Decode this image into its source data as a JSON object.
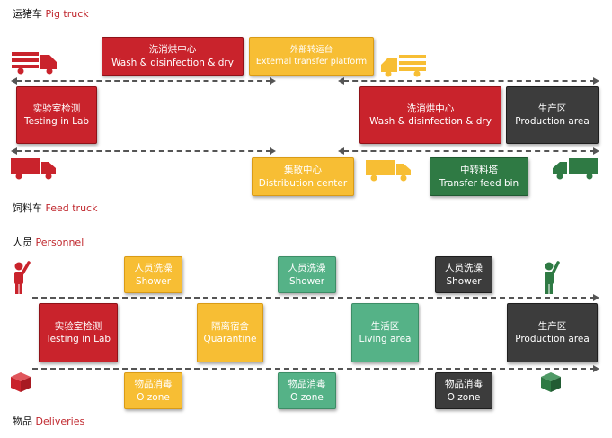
{
  "sections": {
    "pig_truck": {
      "zh": "运猪车",
      "en": "Pig truck"
    },
    "feed_truck": {
      "zh": "饲料车",
      "en": "Feed truck"
    },
    "personnel": {
      "zh": "人员",
      "en": "Personnel"
    },
    "deliveries": {
      "zh": "物品",
      "en": "Deliveries"
    }
  },
  "pig_truck": {
    "wash_top": {
      "zh": "洗消烘中心",
      "en": "Wash & disinfection & dry"
    },
    "external": {
      "zh": "外部转运台",
      "en": "External transfer platform"
    },
    "lab": {
      "zh": "实验室检测",
      "en": "Testing in Lab"
    },
    "wash_right": {
      "zh": "洗消烘中心",
      "en": "Wash & disinfection & dry"
    },
    "production": {
      "zh": "生产区",
      "en": "Production area"
    }
  },
  "feed_truck": {
    "distribution": {
      "zh": "集散中心",
      "en": "Distribution center"
    },
    "transfer_bin": {
      "zh": "中转料塔",
      "en": "Transfer feed bin"
    }
  },
  "personnel": {
    "shower1": {
      "zh": "人员洗澡",
      "en": "Shower"
    },
    "shower2": {
      "zh": "人员洗澡",
      "en": "Shower"
    },
    "shower3": {
      "zh": "人员洗澡",
      "en": "Shower"
    }
  },
  "middle": {
    "lab": {
      "zh": "实验室检测",
      "en": "Testing in Lab"
    },
    "quarantine": {
      "zh": "隔离宿舍",
      "en": "Quarantine"
    },
    "living": {
      "zh": "生活区",
      "en": "Living area"
    },
    "production": {
      "zh": "生产区",
      "en": "Production area"
    }
  },
  "deliveries": {
    "ozone1": {
      "zh": "物品消毒",
      "en": "O zone"
    },
    "ozone2": {
      "zh": "物品消毒",
      "en": "O zone"
    },
    "ozone3": {
      "zh": "物品消毒",
      "en": "O zone"
    }
  },
  "colors": {
    "red": "#c9232c",
    "yellow": "#f7be34",
    "dark_gray": "#3c3c3c",
    "green": "#2f7a44",
    "light_green": "#55b287",
    "label_red": "#c0282e"
  },
  "icons": {
    "pig_truck_left": "red-truck-icon",
    "pig_truck_right": "yellow-truck-icon",
    "feed_truck_left": "red-truck-icon",
    "feed_truck_mid": "yellow-truck-icon",
    "feed_truck_right": "green-truck-icon",
    "person_left": "red-person-icon",
    "person_right": "green-person-icon",
    "box_left": "red-package-icon",
    "box_right": "green-package-icon"
  }
}
